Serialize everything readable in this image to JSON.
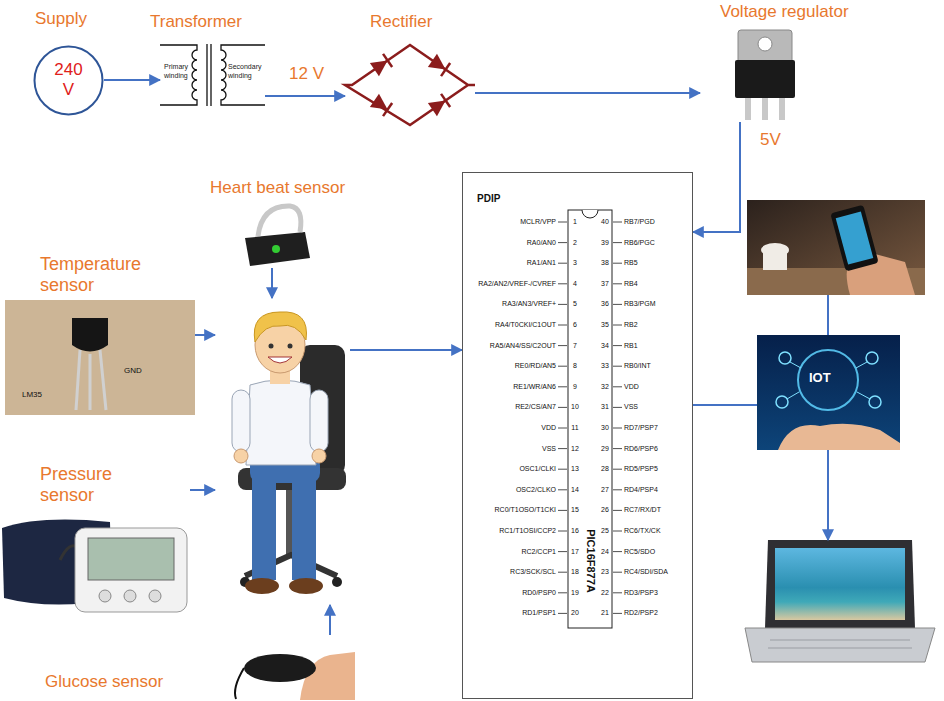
{
  "diagram": {
    "nodes": [
      {
        "text": [
          "Supply",
          "240 V"
        ]
      },
      {
        "text": [
          "Transformer"
        ]
      },
      {
        "text": [
          "Rectifier"
        ]
      },
      {
        "text": [
          "Voltage regulator"
        ]
      },
      {
        "text": [
          "PDIP",
          "PIC16F877A"
        ]
      },
      {
        "text": [
          "Heart beat sensor"
        ]
      },
      {
        "text": [
          "Temperature sensor"
        ]
      },
      {
        "text": []
      },
      {
        "text": [
          "Pressure sensor"
        ]
      },
      {
        "text": [
          "Glucose sensor"
        ]
      },
      {
        "text": []
      },
      {
        "text": [
          "IOT"
        ]
      },
      {
        "text": []
      }
    ],
    "edges": [
      {
        "from": 0,
        "to": 1,
        "arrow": "to"
      },
      {
        "from": 1,
        "to": 2,
        "arrow": "to",
        "label": "12 V"
      },
      {
        "from": 2,
        "to": 3,
        "arrow": "to"
      },
      {
        "from": 3,
        "to": 4,
        "arrow": "to",
        "label": "5V"
      },
      {
        "from": 5,
        "to": 7,
        "arrow": "to"
      },
      {
        "from": 6,
        "to": 7,
        "arrow": "to"
      },
      {
        "from": 8,
        "to": 7,
        "arrow": "to"
      },
      {
        "from": 9,
        "to": 7,
        "arrow": "to"
      },
      {
        "from": 7,
        "to": 4,
        "arrow": "to"
      },
      {
        "from": 4,
        "to": 11,
        "arrow": "none"
      },
      {
        "from": 11,
        "to": 10,
        "arrow": "none"
      },
      {
        "from": 11,
        "to": 12,
        "arrow": "to"
      }
    ],
    "labels": [
      "Primary winding",
      "Secondary winding",
      "GND",
      "LM35",
      "1",
      "MCLR/VPP",
      "2",
      "RA0/AN0",
      "3",
      "RA1/AN1",
      "4",
      "RA2/AN2/VREF-/CVREF",
      "5",
      "RA3/AN3/VREF+",
      "6",
      "RA4/T0CKI/C1OUT",
      "7",
      "RA5/AN4/SS/C2OUT",
      "8",
      "RE0/RD/AN5",
      "9",
      "RE1/WR/AN6",
      "10",
      "RE2/CS/AN7",
      "11",
      "VDD",
      "12",
      "VSS",
      "13",
      "OSC1/CLKI",
      "14",
      "OSC2/CLKO",
      "15",
      "RC0/T1OSO/T1CKI",
      "16",
      "RC1/T1OSI/CCP2",
      "17",
      "RC2/CCP1",
      "18",
      "RC3/SCK/SCL",
      "19",
      "RD0/PSP0",
      "20",
      "RD1/PSP1",
      "40",
      "RB7/PGD",
      "39",
      "RB6/PGC",
      "38",
      "RB5",
      "37",
      "RB4",
      "36",
      "RB3/PGM",
      "35",
      "RB2",
      "34",
      "RB1",
      "33",
      "RB0/INT",
      "32",
      "VDD",
      "31",
      "VSS",
      "30",
      "RD7/PSP7",
      "29",
      "RD6/PSP6",
      "28",
      "RD5/PSP5",
      "27",
      "RD4/PSP4",
      "26",
      "RC7/RX/DT",
      "25",
      "RC6/TX/CK",
      "24",
      "RC5/SDO",
      "23",
      "RC4/SDI/SDA",
      "22",
      "RD3/PSP3",
      "21",
      "RD2/PSP2"
    ]
  }
}
